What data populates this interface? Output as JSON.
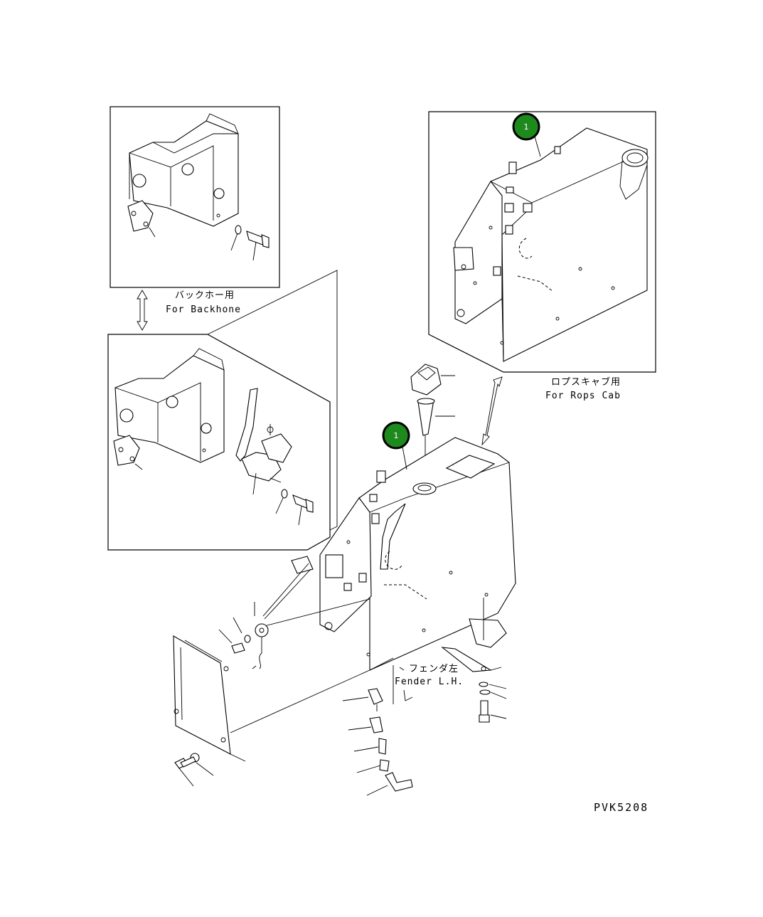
{
  "drawing_code": "PVK5208",
  "callouts": [
    {
      "id": "callout-1-rops",
      "number": "1"
    },
    {
      "id": "callout-1-main",
      "number": "1"
    }
  ],
  "labels": {
    "backhoe_jp": "バックホー用",
    "backhoe_en": "For Backhone",
    "rops_jp": "ロプスキャブ用",
    "rops_en": "For Rops Cab",
    "fender_jp": "フェンダ左",
    "fender_en": "Fender L.H."
  },
  "colors": {
    "callout_fill": "#1e8a1e",
    "callout_ring": "#000000",
    "line": "#000000",
    "background": "#ffffff"
  }
}
